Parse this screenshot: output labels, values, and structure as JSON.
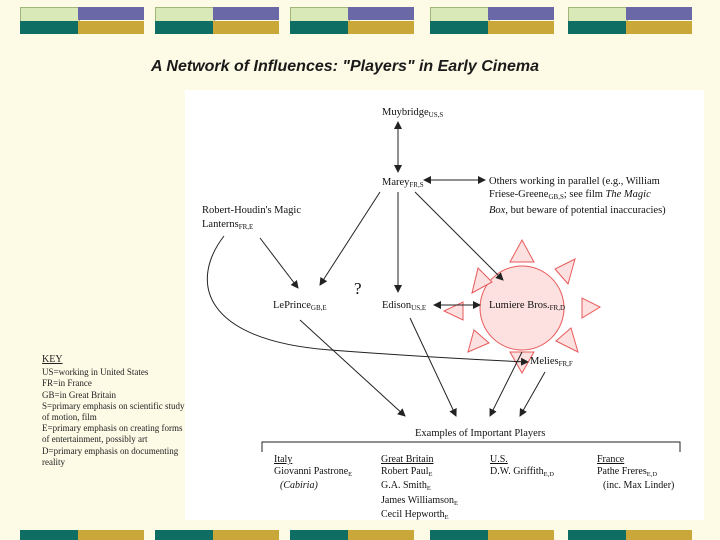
{
  "title": "A Network of Influences: \"Players\" in Early Cinema",
  "nodes": {
    "muybridge": {
      "name": "Muybridge",
      "sub": "US,S"
    },
    "marey": {
      "name": "Marey",
      "sub": "FR,S"
    },
    "others_line1": "Others working in parallel (e.g., William",
    "others_line2_pre": "Friese-Greene",
    "others_line2_sub": "GB,S",
    "others_line2_post": "; see film ",
    "others_line2_italic": "The Magic",
    "others_line3_italic": "Box",
    "others_line3_post": ", but beware of potential inaccuracies)",
    "houdin_line1": "Robert-Houdin's Magic",
    "houdin_line2": "Lanterns",
    "houdin_sub": "FR,E",
    "question_mark": "?",
    "leprince": {
      "name": "LePrince",
      "sub": "GB,E"
    },
    "edison": {
      "name": "Edison",
      "sub": "US,E"
    },
    "lumiere": {
      "name": "Lumiere Bros.",
      "sub": "FR,D"
    },
    "melies": {
      "name": "Melies",
      "sub": "FR,F"
    }
  },
  "key": {
    "title": "KEY",
    "lines": [
      "US=working in United States",
      "FR=in France",
      "GB=in Great Britain",
      "S=primary emphasis on scientific study",
      "of motion, film",
      "E=primary emphasis on creating forms",
      "of entertainment, possibly art",
      "D=primary emphasis on documenting",
      "reality"
    ]
  },
  "players": {
    "heading": "Examples of Important Players",
    "italy": {
      "head": "Italy",
      "lines": [
        {
          "t": "Giovanni Pastrone",
          "s": "E"
        },
        {
          "t": "(Cabiria)",
          "s": ""
        }
      ]
    },
    "britain": {
      "head": "Great Britain",
      "lines": [
        {
          "t": "Robert Paul",
          "s": "E"
        },
        {
          "t": "G.A. Smith",
          "s": "E"
        },
        {
          "t": "James Williamson",
          "s": "E"
        },
        {
          "t": "Cecil Hepworth",
          "s": "E"
        }
      ]
    },
    "us": {
      "head": "U.S.",
      "lines": [
        {
          "t": "D.W. Griffith",
          "s": "E,D"
        }
      ]
    },
    "france": {
      "head": "France",
      "lines": [
        {
          "t": "Pathe Freres",
          "s": "E,D"
        },
        {
          "t": "(inc. Max Linder)",
          "s": ""
        }
      ]
    }
  },
  "colors": {
    "background": "#fdfbe6",
    "sun": "#e85a5a",
    "sun_fill": "#fde0e0",
    "bar_purple": "#6b68a8",
    "bar_teal": "#0e6e63",
    "bar_gold": "#c9a738",
    "bar_green": "#d9e9b8"
  }
}
